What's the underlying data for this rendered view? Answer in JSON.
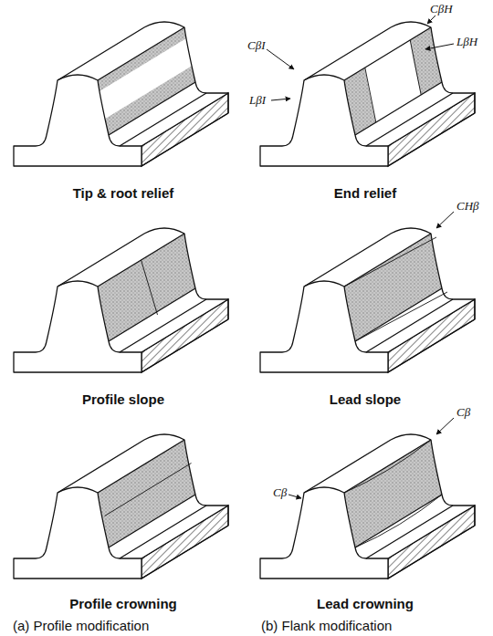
{
  "diagram": {
    "labels": [
      "Tip & root relief",
      "End relief",
      "CβH",
      "LβH",
      "CβI",
      "LβI",
      "Profile slope",
      "Lead slope",
      "CHβ",
      "Profile crowning",
      "Lead crowning",
      "Cβ",
      "Cβ",
      "(a) Profile modification",
      "(b) Flank modification"
    ]
  }
}
